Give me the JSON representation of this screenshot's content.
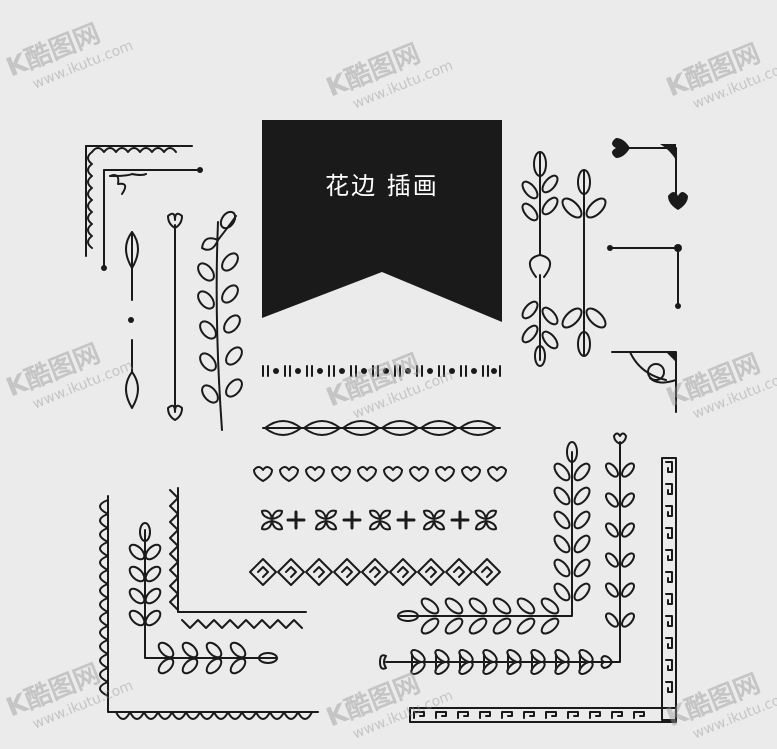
{
  "banner": {
    "title": "花边 插画"
  },
  "watermark": {
    "brand": "K酷图网",
    "url": "www.ikutu.com"
  },
  "colors": {
    "background": "#ebebeb",
    "ink": "#1a1a1a",
    "banner_text": "#ffffff"
  }
}
